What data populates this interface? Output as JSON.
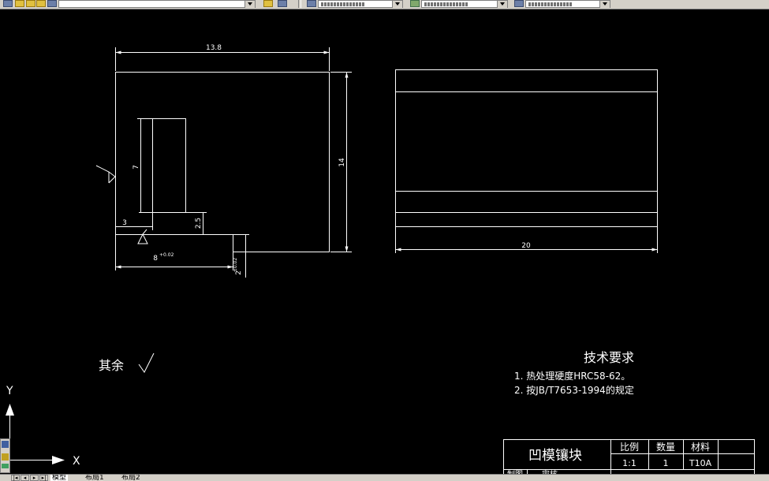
{
  "toolbar": {
    "left_icons": [
      "layer-icon",
      "lock-icon",
      "sun-icon",
      "color-box-icon",
      "layer-name-icon"
    ],
    "layer_combo_value": "",
    "tools": [
      "layer-previous-icon",
      "layers-icon"
    ],
    "linetype_combo_value": "",
    "lineweight_combo_value": "",
    "plotstyle_combo_value": ""
  },
  "drawing": {
    "front_view": {
      "dim_width": "13.8",
      "dim_height": "14",
      "dim_slot_height": "7",
      "dim_slot_offset": "3",
      "dim_step": "2.5",
      "dim_base": "8",
      "dim_base_tolerance": "+0.02",
      "dim_small": "2",
      "dim_small_tolerance": "±0.02"
    },
    "side_view": {
      "dim_width": "20"
    },
    "roughness_note": "其余",
    "tech_requirements": {
      "title": "技术要求",
      "items": [
        "1. 热处理硬度HRC58-62。",
        "2. 按JB/T7653-1994的规定"
      ]
    },
    "title_block": {
      "part_name": "凹模镶块",
      "scale_label": "比例",
      "scale_value": "1:1",
      "quantity_label": "数量",
      "quantity_value": "1",
      "material_label": "材料",
      "material_value": "T10A",
      "drawn_label": "制图",
      "checked_label": "审核"
    },
    "ucs": {
      "x_label": "X",
      "y_label": "Y"
    },
    "colors": {
      "background": "#000000",
      "lines": "#ffffff"
    }
  },
  "tabs": {
    "items": [
      "模型",
      "布局1",
      "布局2"
    ],
    "active": "模型"
  }
}
